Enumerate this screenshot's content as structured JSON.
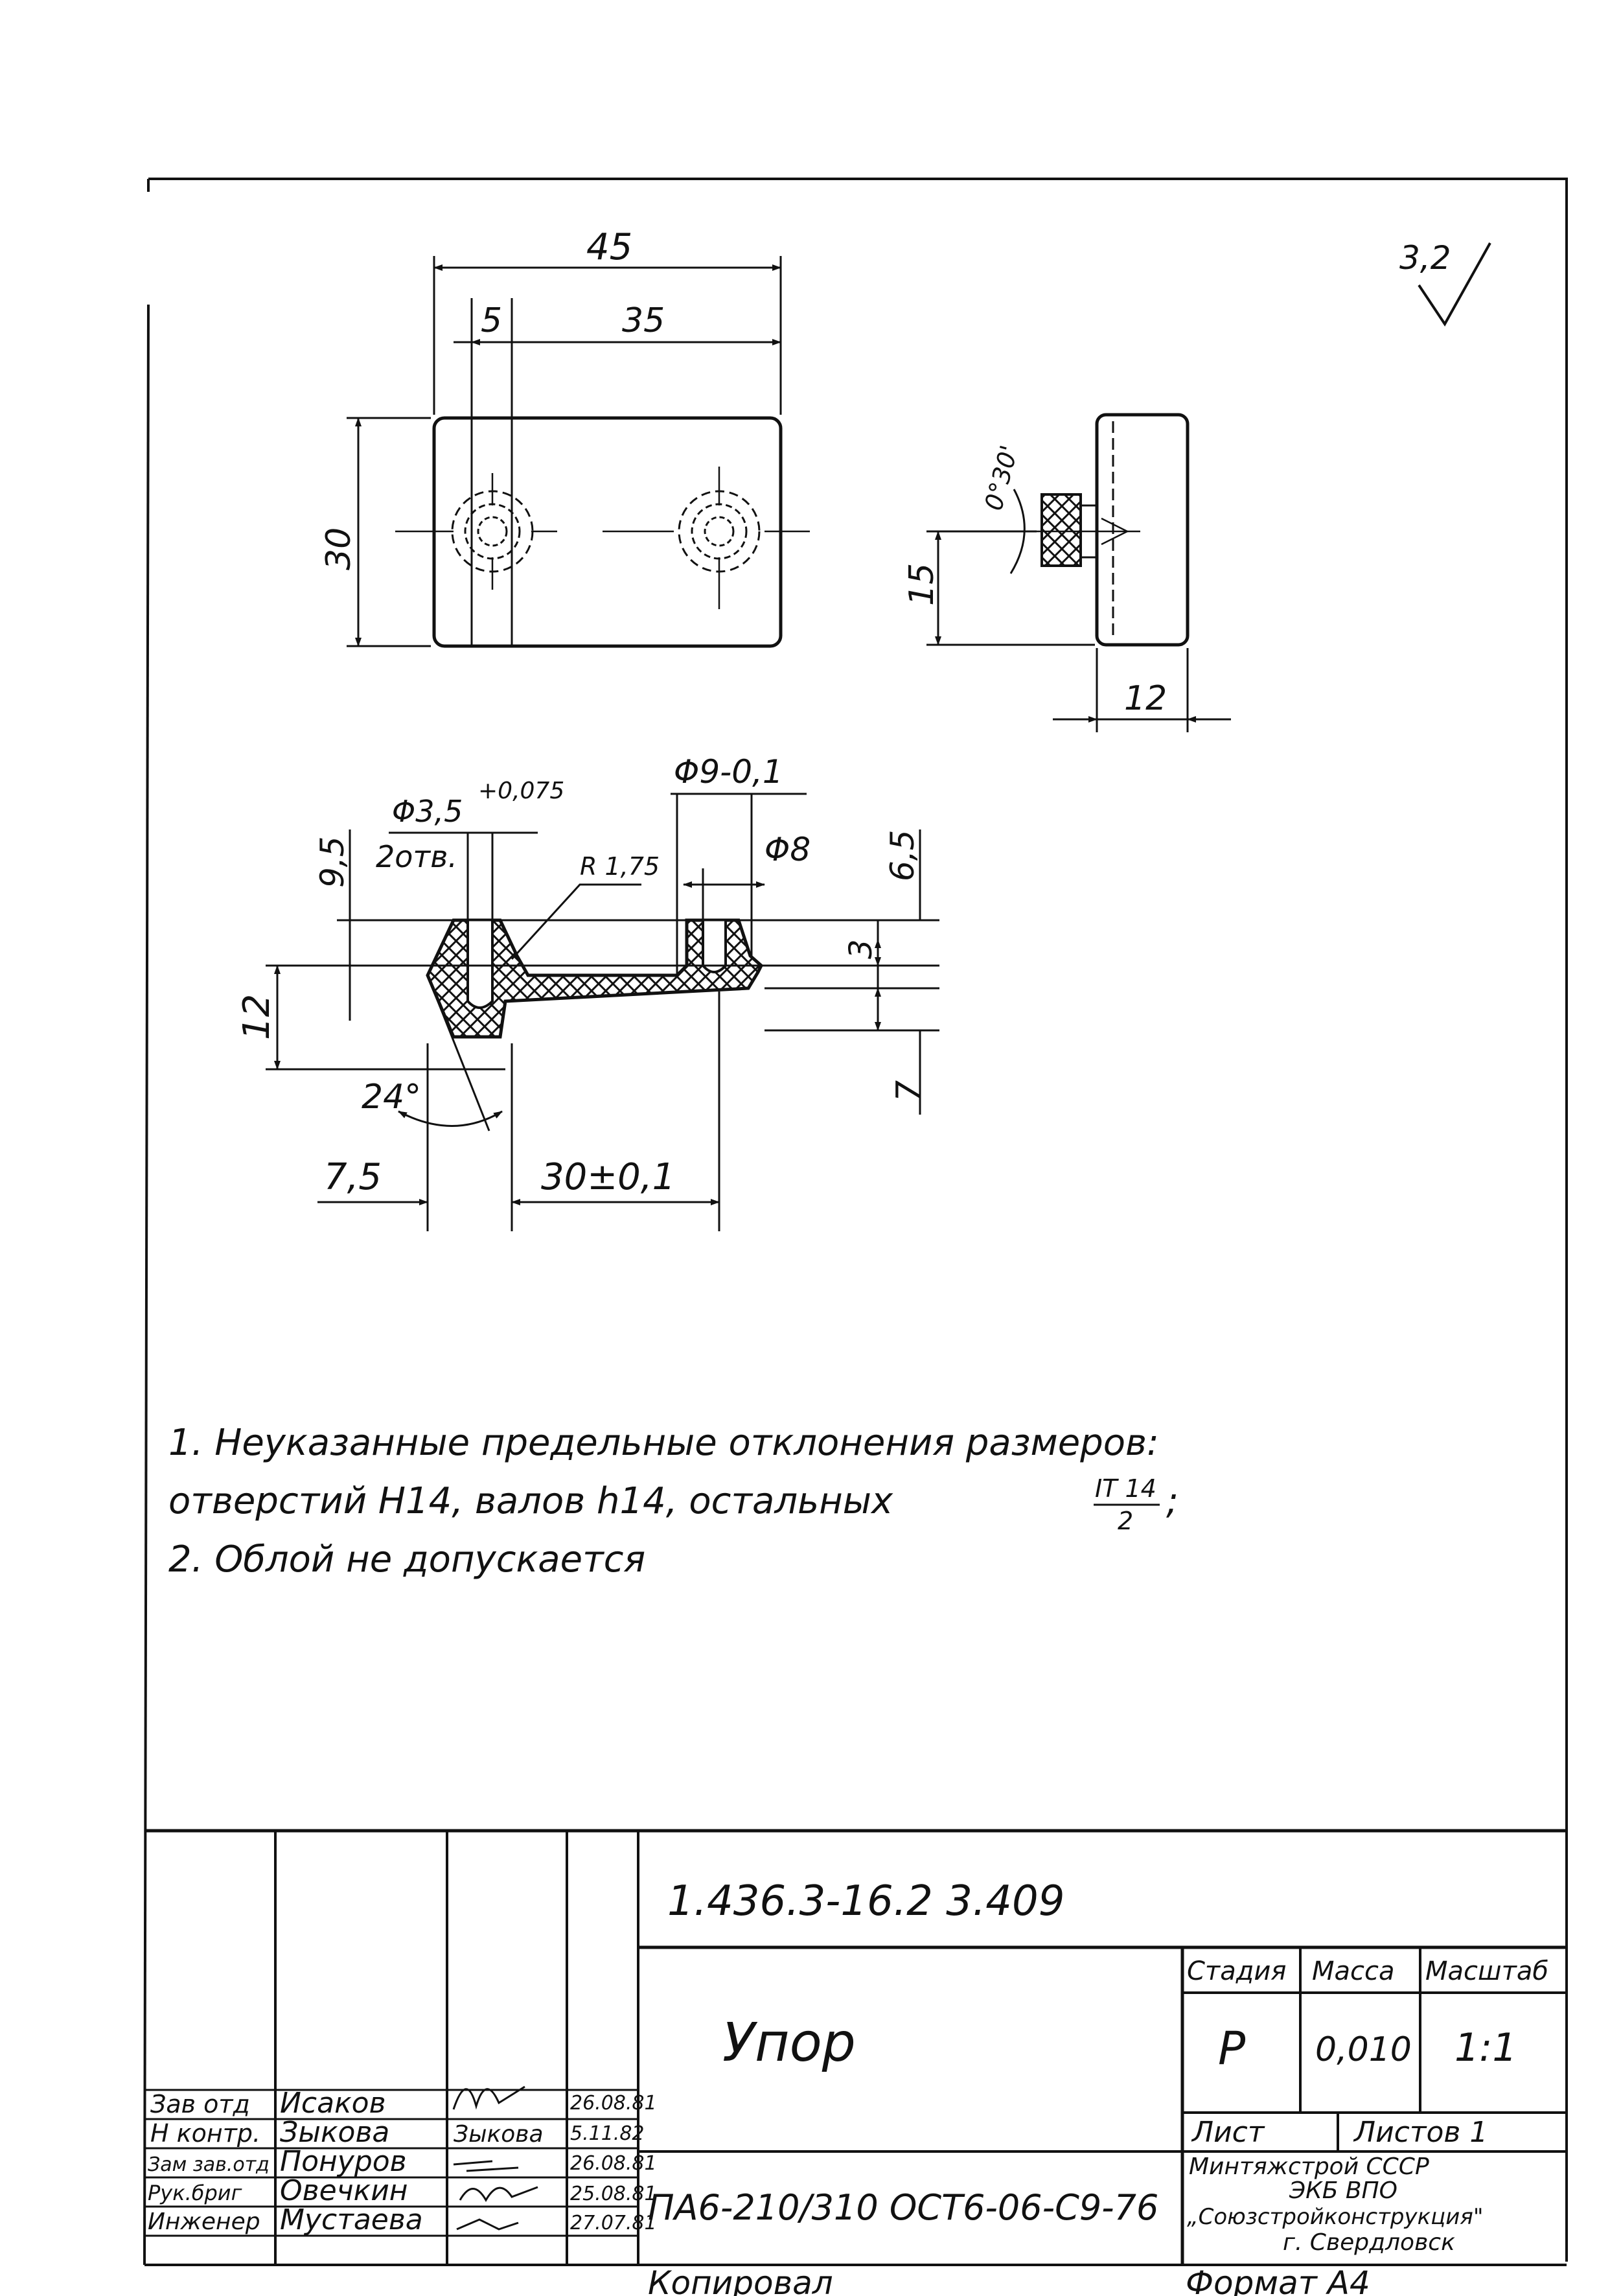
{
  "roughness": {
    "value": "3,2"
  },
  "top_view": {
    "dim_width": "45",
    "dim_hole_offset": "5",
    "dim_hole_spacing": "35",
    "dim_height": "30"
  },
  "side_view": {
    "dim_angle": "0°30'",
    "dim_height": "15",
    "dim_thickness": "12"
  },
  "section_view": {
    "dim_shaft": "Φ9-0,1",
    "dim_hole": "Φ3,5",
    "dim_hole_tol": "+0,075",
    "dim_hole_count": "2отв.",
    "dim_radius": "R 1,75",
    "dim_bore": "Φ8",
    "dim_left_top": "9,5",
    "dim_right_top": "6,5",
    "dim_step": "3",
    "dim_left_height": "12",
    "dim_right_bottom": "7",
    "dim_angle": "24°",
    "dim_bottom_left": "7,5",
    "dim_bottom_center": "30±0,1"
  },
  "notes": {
    "line1": "1. Неуказанные   предельные   отклонения   размеров:",
    "line2_a": "отверстий  H14,  валов h14,  остальных",
    "line2_frac_num": "IT 14",
    "line2_frac_den": "2",
    "line2_end": ";",
    "line3": "2. Облой  не  допускается"
  },
  "title_block": {
    "designation": "1.436.3-16.2 3.409",
    "part_name": "Упор",
    "stage_label": "Стадия",
    "mass_label": "Масса",
    "scale_label": "Масштаб",
    "stage_value": "Р",
    "mass_value": "0,010",
    "scale_value": "1:1",
    "sheet_label": "Лист",
    "sheets_label": "Листов 1",
    "material": "ПА6-210/310 ОСТ6-06-С9-76",
    "org_line1": "Минтяжстрой СССР",
    "org_line2": "ЭКБ ВПО",
    "org_line3": "„Союзстройконструкция\"",
    "org_line4": "г. Свердловск",
    "roles": [
      {
        "role": "Зав отд",
        "name": "Исаков",
        "signature": "Зыков",
        "date": "26.08.81"
      },
      {
        "role": "Н контр.",
        "name": "Зыкова",
        "signature": "Зыкова",
        "date": "5.11.82"
      },
      {
        "role": "Зам зав.отд",
        "name": "Понуров",
        "signature": "Ф",
        "date": "26.08.81"
      },
      {
        "role": "Рук.бриг",
        "name": "Овечкин",
        "signature": "Овеч",
        "date": "25.08.81"
      },
      {
        "role": "Инженер",
        "name": "Мустаева",
        "signature": "Мус",
        "date": "27.07.81"
      }
    ],
    "copied_label": "Копировал",
    "format_label": "Формат А4"
  }
}
